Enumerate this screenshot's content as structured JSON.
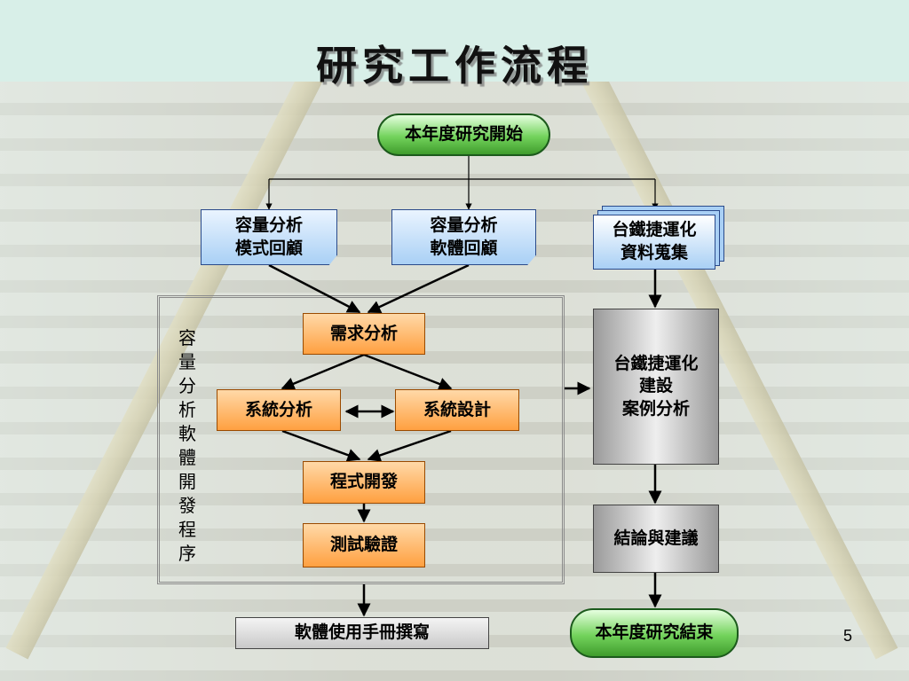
{
  "title": "研究工作流程",
  "nodes": {
    "start": "本年度研究開始",
    "capacity_model_review": "容量分析\n模式回顧",
    "capacity_software_review": "容量分析\n軟體回顧",
    "tra_data_collection": "台鐵捷運化\n資料蒐集",
    "requirements_analysis": "需求分析",
    "system_analysis": "系統分析",
    "system_design": "系統設計",
    "program_development": "程式開發",
    "testing_verification": "測試驗證",
    "tra_case_study": "台鐵捷運化\n建設\n案例分析",
    "conclusions": "結論與建議",
    "end": "本年度研究結束",
    "manual_writing": "軟體使用手冊撰寫"
  },
  "frame_label": "容量分析軟體開發程序",
  "page_number": "5"
}
